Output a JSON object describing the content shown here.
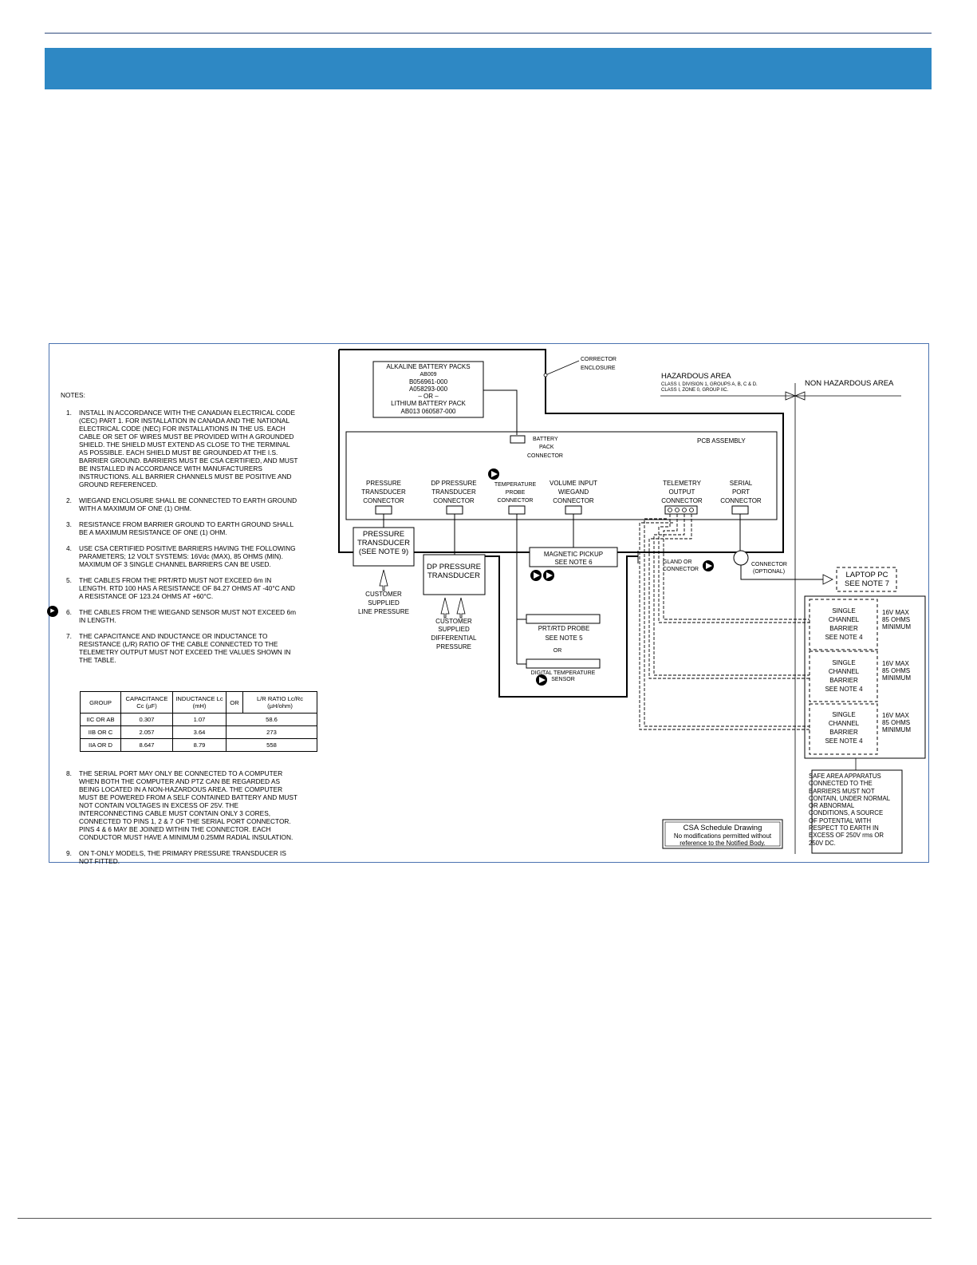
{
  "notes": {
    "heading": "NOTES:",
    "items": [
      {
        "num": "1.",
        "text": "INSTALL IN ACCORDANCE WITH THE CANADIAN ELECTRICAL CODE (CEC) PART 1. FOR INSTALLATION IN CANADA AND THE NATIONAL ELECTRICAL CODE (NEC) FOR INSTALLATIONS IN THE US. EACH CABLE OR SET OF WIRES MUST BE PROVIDED WITH A GROUNDED SHIELD. THE SHIELD MUST EXTEND AS CLOSE TO THE TERMINAL AS POSSIBLE. EACH SHIELD MUST BE GROUNDED AT THE I.S. BARRIER GROUND. BARRIERS MUST BE CSA CERTIFIED, AND MUST BE INSTALLED IN ACCORDANCE WITH MANUFACTURERS INSTRUCTIONS. ALL BARRIER CHANNELS MUST BE POSITIVE AND GROUND REFERENCED."
      },
      {
        "num": "2.",
        "text": "WIEGAND ENCLOSURE SHALL BE CONNECTED TO EARTH GROUND WITH A MAXIMUM OF ONE (1) OHM."
      },
      {
        "num": "3.",
        "text": "RESISTANCE FROM BARRIER GROUND TO EARTH GROUND SHALL BE A MAXIMUM RESISTANCE OF ONE (1) OHM."
      },
      {
        "num": "4.",
        "text": "USE CSA CERTIFIED POSITIVE BARRIERS HAVING THE FOLLOWING PARAMETERS; 12 VOLT SYSTEMS: 16Vdc (MAX), 85 OHMS (MIN). MAXIMUM OF 3 SINGLE CHANNEL BARRIERS CAN BE USED."
      },
      {
        "num": "5.",
        "text": "THE CABLES FROM THE PRT/RTD MUST NOT EXCEED 6m IN LENGTH. RTD 100 HAS A RESISTANCE OF 84.27 OHMS AT -40°C AND A RESISTANCE OF 123.24 OHMS AT +60°C."
      },
      {
        "num": "6.",
        "text": "THE CABLES FROM THE WIEGAND SENSOR MUST NOT EXCEED 6m IN LENGTH."
      },
      {
        "num": "7.",
        "text": "THE CAPACITANCE AND INDUCTANCE OR INDUCTANCE TO RESISTANCE (L/R) RATIO OF THE CABLE CONNECTED TO THE TELEMETRY OUTPUT MUST NOT EXCEED THE VALUES SHOWN IN THE TABLE."
      }
    ],
    "later_items": [
      {
        "num": "8.",
        "text": "THE SERIAL PORT MAY ONLY BE CONNECTED TO A COMPUTER WHEN BOTH THE COMPUTER AND PTZ CAN BE REGARDED AS BEING LOCATED IN A NON-HAZARDOUS AREA. THE COMPUTER MUST BE POWERED FROM A SELF CONTAINED BATTERY AND MUST NOT CONTAIN VOLTAGES IN EXCESS OF 25V. THE INTERCONNECTING CABLE MUST CONTAIN ONLY 3 CORES, CONNECTED TO PINS 1, 2 & 7 OF THE SERIAL PORT CONNECTOR. PINS 4 & 6 MAY BE JOINED WITHIN THE CONNECTOR. EACH CONDUCTOR MUST HAVE A MINIMUM 0.25MM RADIAL INSULATION."
      },
      {
        "num": "9.",
        "text": "ON T-ONLY MODELS, THE PRIMARY PRESSURE TRANSDUCER IS NOT FITTED."
      }
    ]
  },
  "table": {
    "headers": [
      "GROUP",
      "CAPACITANCE Cc (µF)",
      "INDUCTANCE Lc (mH)",
      "OR",
      "L/R RATIO Lc/Rc (µH/ohm)"
    ],
    "rows": [
      [
        "IIC OR AB",
        "0.307",
        "1.07",
        "58.6"
      ],
      [
        "IIB OR C",
        "2.057",
        "3.64",
        "273"
      ],
      [
        "IIA OR D",
        "8.647",
        "8.79",
        "558"
      ]
    ]
  },
  "diagram": {
    "battery": {
      "lines": [
        "ALKALINE BATTERY PACKS",
        "AB009",
        "B056961-000",
        "A058293-000",
        "– OR –",
        "LITHIUM BATTERY PACK",
        "AB013 060587-000"
      ]
    },
    "corrector_enclosure": [
      "CORRECTOR",
      "ENCLOSURE"
    ],
    "hazardous_area": {
      "title": "HAZARDOUS AREA",
      "line1": "CLASS I, DIVISION 1, GROUPS A, B, C & D.",
      "line2": "CLASS I, ZONE 0, GROUP IIC."
    },
    "non_hazardous_area": "NON HAZARDOUS AREA",
    "battery_pack_connector": [
      "BATTERY",
      "PACK",
      "CONNECTOR"
    ],
    "pcb_assembly": "PCB ASSEMBLY",
    "connectors": {
      "pressure": [
        "PRESSURE",
        "TRANSDUCER",
        "CONNECTOR"
      ],
      "dp_pressure": [
        "DP PRESSURE",
        "TRANSDUCER",
        "CONNECTOR"
      ],
      "temperature": [
        "TEMPERATURE",
        "PROBE",
        "CONNECTOR"
      ],
      "volume": [
        "VOLUME INPUT",
        "WIEGAND",
        "CONNECTOR"
      ],
      "telemetry": [
        "TELEMETRY",
        "OUTPUT",
        "CONNECTOR"
      ],
      "serial": [
        "SERIAL",
        "PORT",
        "CONNECTOR"
      ]
    },
    "pressure_transducer": [
      "PRESSURE",
      "TRANSDUCER",
      "(SEE NOTE 9)"
    ],
    "dp_pressure_transducer": [
      "DP PRESSURE",
      "TRANSDUCER"
    ],
    "customer_line_pressure": [
      "CUSTOMER",
      "SUPPLIED",
      "LINE PRESSURE"
    ],
    "customer_differential_pressure": [
      "CUSTOMER",
      "SUPPLIED",
      "DIFFERENTIAL",
      "PRESSURE"
    ],
    "magnetic_pickup": [
      "MAGNETIC PICKUP",
      "SEE NOTE 6"
    ],
    "prt_rtd_probe": [
      "PRT/RTD PROBE",
      "SEE NOTE 5"
    ],
    "or_label": "OR",
    "digital_temp_sensor": [
      "DIGITAL TEMPERATURE",
      "SENSOR"
    ],
    "gland_connector": [
      "GLAND OR",
      "CONNECTOR"
    ],
    "connector_optional": [
      "CONNECTOR",
      "(OPTIONAL)"
    ],
    "laptop_pc": [
      "LAPTOP PC",
      "SEE NOTE 7"
    ],
    "barrier_label": [
      "SINGLE",
      "CHANNEL",
      "BARRIER",
      "SEE NOTE 4"
    ],
    "barrier_rating": [
      "16V MAX",
      "85 OHMS",
      "MINIMUM"
    ],
    "csa_schedule": [
      "CSA Schedule Drawing",
      "No modifications permitted without",
      "reference to the Notified Body."
    ],
    "safe_area_note": "SAFE AREA APPARATUS CONNECTED TO THE BARRIERS MUST NOT CONTAIN, UNDER NORMAL OR ABNORMAL CONDITIONS, A SOURCE OF POTENTIAL WITH RESPECT TO EARTH IN EXCESS OF 250V rms OR 250V DC."
  },
  "colors": {
    "banner": "#2e88c4",
    "rule": "#2e4a7d",
    "frame": "#4a72b0"
  }
}
